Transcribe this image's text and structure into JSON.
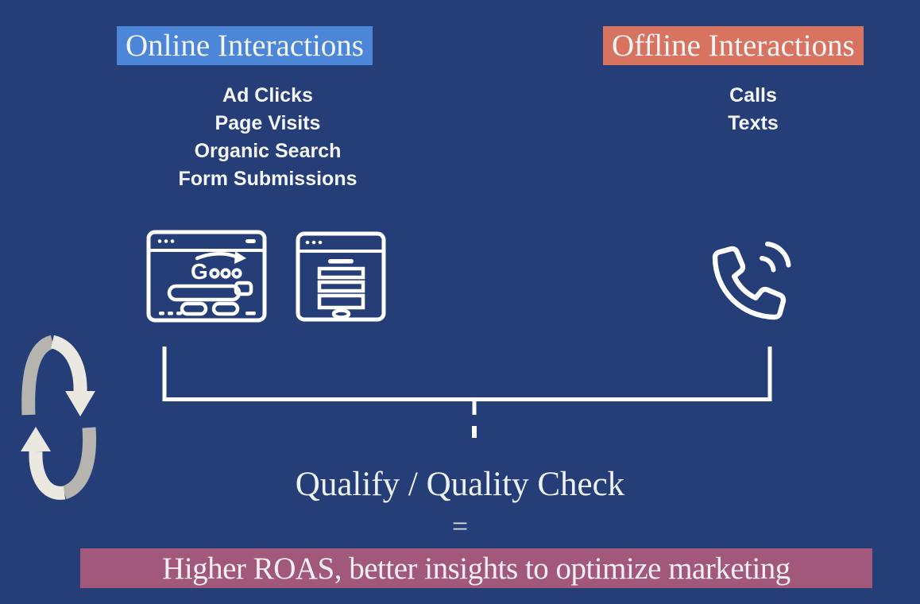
{
  "page": {
    "background_color": "#253e78",
    "text_color": "#f4f6f9"
  },
  "online": {
    "title": "Online Interactions",
    "highlight_color": "#4b86d9",
    "items": [
      "Ad Clicks",
      "Page Visits",
      "Organic Search",
      "Form Submissions"
    ]
  },
  "offline": {
    "title": "Offline Interactions",
    "highlight_color": "#d7735e",
    "items": [
      "Calls",
      "Texts"
    ]
  },
  "icons": {
    "online_search": "browser-search-icon",
    "online_form": "form-window-icon",
    "offline_phone": "phone-call-icon",
    "left_side": "cycle-arrows-icon",
    "cycle_color_light": "#ebe8e1",
    "cycle_color_gray": "#b5b4ae"
  },
  "result": {
    "qualify_label": "Qualify / Quality Check",
    "equals": "=",
    "outcome": "Higher ROAS, better insights to optimize marketing",
    "outcome_highlight_color": "#a2587a"
  }
}
